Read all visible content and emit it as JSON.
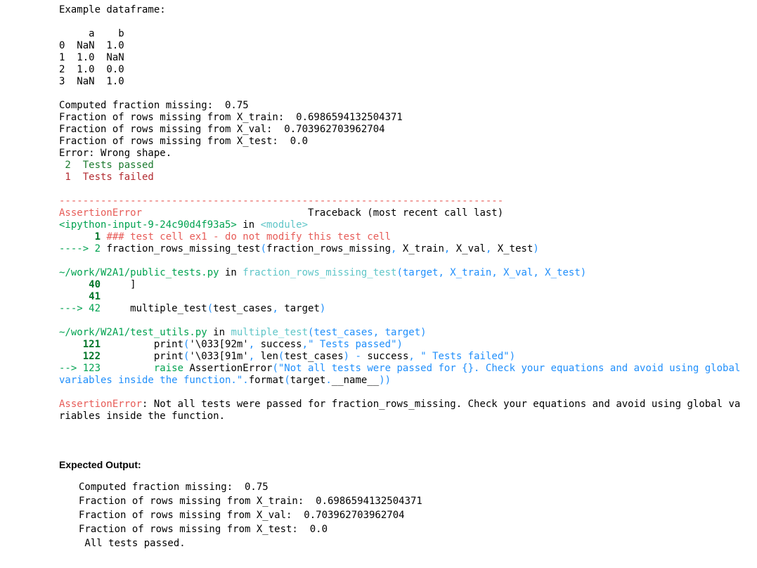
{
  "output": {
    "lines": [
      [
        [
          "Example dataframe:",
          "n"
        ]
      ],
      [],
      [
        [
          "     a    b",
          "n"
        ]
      ],
      [
        [
          "0  NaN  1.0",
          "n"
        ]
      ],
      [
        [
          "1  1.0  NaN",
          "n"
        ]
      ],
      [
        [
          "2  1.0  0.0",
          "n"
        ]
      ],
      [
        [
          "3  NaN  1.0",
          "n"
        ]
      ],
      [],
      [
        [
          "Computed fraction missing:  0.75",
          "n"
        ]
      ],
      [
        [
          "Fraction of rows missing from X_train:  0.6986594132504371",
          "n"
        ]
      ],
      [
        [
          "Fraction of rows missing from X_val:  0.703962703962704",
          "n"
        ]
      ],
      [
        [
          "Fraction of rows missing from X_test:  0.0",
          "n"
        ]
      ],
      [
        [
          "Error: Wrong shape.",
          "n"
        ]
      ],
      [
        [
          " 2  Tests passed",
          "tp"
        ]
      ],
      [
        [
          " 1  Tests failed",
          "tf"
        ]
      ],
      [],
      [
        [
          "---------------------------------------------------------------------------",
          "r"
        ]
      ],
      [
        [
          "AssertionError",
          "r"
        ],
        [
          "                            Traceback (most recent call last)",
          "n"
        ]
      ],
      [
        [
          "<ipython-input-9-24c90d4f93a5>",
          "g"
        ],
        [
          " in ",
          "n"
        ],
        [
          "<module>",
          "c"
        ]
      ],
      [
        [
          "      1 ",
          "gb"
        ],
        [
          "### test cell ex1 - do not modify this test cell",
          "r"
        ]
      ],
      [
        [
          "----> 2 ",
          "g"
        ],
        [
          "fraction_rows_missing_test",
          "n"
        ],
        [
          "(",
          "b"
        ],
        [
          "fraction_rows_missing",
          "n"
        ],
        [
          ", ",
          "b"
        ],
        [
          "X_train",
          "n"
        ],
        [
          ", ",
          "b"
        ],
        [
          "X_val",
          "n"
        ],
        [
          ", ",
          "b"
        ],
        [
          "X_test",
          "n"
        ],
        [
          ")",
          "b"
        ]
      ],
      [],
      [
        [
          "~/work/W2A1/public_tests.py",
          "g"
        ],
        [
          " in ",
          "n"
        ],
        [
          "fraction_rows_missing_test",
          "c"
        ],
        [
          "(target, X_train, X_val, X_test)",
          "b"
        ]
      ],
      [
        [
          "     40 ",
          "gb"
        ],
        [
          "    ]",
          "n"
        ]
      ],
      [
        [
          "     41 ",
          "gb"
        ]
      ],
      [
        [
          "---> 42 ",
          "g"
        ],
        [
          "    multiple_test",
          "n"
        ],
        [
          "(",
          "b"
        ],
        [
          "test_cases",
          "n"
        ],
        [
          ", ",
          "b"
        ],
        [
          "target",
          "n"
        ],
        [
          ")",
          "b"
        ]
      ],
      [],
      [
        [
          "~/work/W2A1/test_utils.py",
          "g"
        ],
        [
          " in ",
          "n"
        ],
        [
          "multiple_test",
          "c"
        ],
        [
          "(test_cases, target)",
          "b"
        ]
      ],
      [
        [
          "    121 ",
          "gb"
        ],
        [
          "        print",
          "n"
        ],
        [
          "(",
          "b"
        ],
        [
          "'\\033[92m'",
          "n"
        ],
        [
          ", ",
          "b"
        ],
        [
          "success",
          "n"
        ],
        [
          ",",
          "b"
        ],
        [
          "\" Tests passed\"",
          "b"
        ],
        [
          ")",
          "b"
        ]
      ],
      [
        [
          "    122 ",
          "gb"
        ],
        [
          "        print",
          "n"
        ],
        [
          "(",
          "b"
        ],
        [
          "'\\033[91m'",
          "n"
        ],
        [
          ", ",
          "b"
        ],
        [
          "len",
          "n"
        ],
        [
          "(",
          "b"
        ],
        [
          "test_cases",
          "n"
        ],
        [
          ")",
          "b"
        ],
        [
          " - ",
          "b"
        ],
        [
          "success",
          "n"
        ],
        [
          ", ",
          "b"
        ],
        [
          "\" Tests failed\"",
          "b"
        ],
        [
          ")",
          "b"
        ]
      ],
      [
        [
          "--> 123 ",
          "g"
        ],
        [
          "        raise",
          "g"
        ],
        [
          " AssertionError",
          "n"
        ],
        [
          "(\"Not all tests were passed for {}. Check your equations and avoid using global",
          "b"
        ]
      ],
      [
        [
          "variables inside the function.\"",
          "b"
        ],
        [
          ".",
          "b"
        ],
        [
          "format",
          "n"
        ],
        [
          "(",
          "b"
        ],
        [
          "target",
          "n"
        ],
        [
          ".",
          "b"
        ],
        [
          "__name__",
          "n"
        ],
        [
          "))",
          "b"
        ]
      ],
      [],
      [
        [
          "AssertionError",
          "r"
        ],
        [
          ": Not all tests were passed for fraction_rows_missing. Check your equations and avoid using global va",
          "n"
        ]
      ],
      [
        [
          "riables inside the function.",
          "n"
        ]
      ]
    ]
  },
  "expected": {
    "title": "Expected Output:",
    "lines": [
      "Computed fraction missing:  0.75",
      "Fraction of rows missing from X_train:  0.6986594132504371",
      "Fraction of rows missing from X_val:  0.703962703962704",
      "Fraction of rows missing from X_test:  0.0",
      " All tests passed."
    ]
  }
}
